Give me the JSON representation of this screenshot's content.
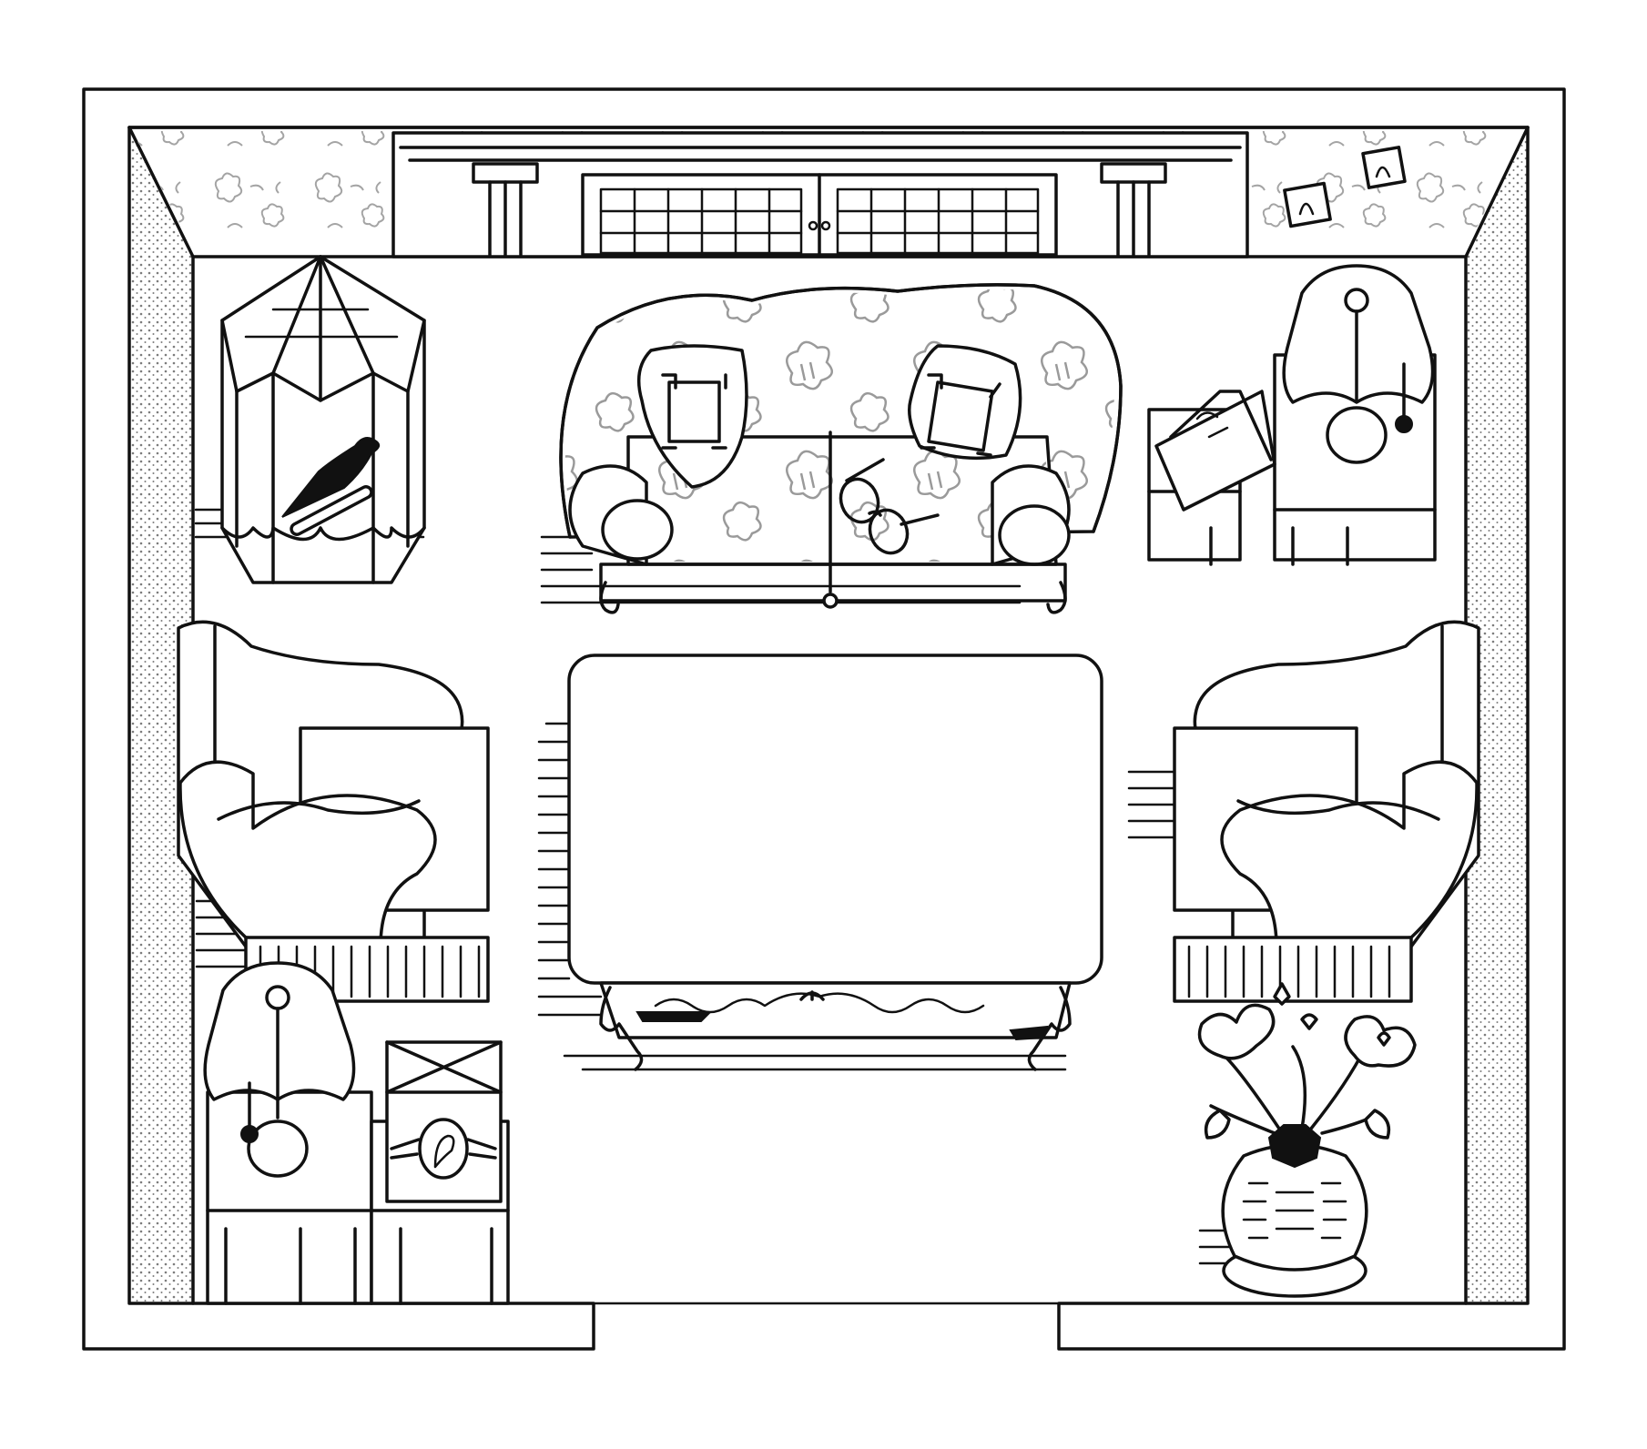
{
  "scene": {
    "style": "black-and-white line-art illustration",
    "colors": {
      "ink": "#111111",
      "paper": "#ffffff",
      "pattern": "#9a9a9a"
    },
    "objects": [
      "room-walls",
      "back-wall-shelving",
      "picture-frame-icon",
      "birdcage",
      "bird-icon",
      "sofa",
      "cushion-icon",
      "eyeglasses-icon",
      "side-table",
      "lamp-icon",
      "envelope-icon",
      "armchair-left",
      "armchair-right",
      "coffee-table",
      "box-icon",
      "flower-vase"
    ]
  }
}
